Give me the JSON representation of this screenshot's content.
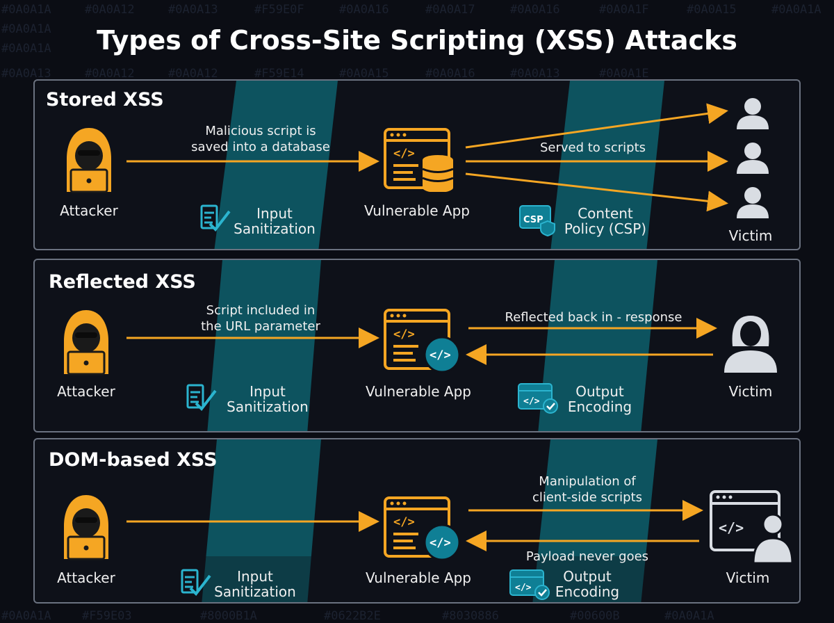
{
  "title": "Types of Cross-Site Scripting (XSS) Attacks",
  "background_codes": [
    "#0A0A1A",
    "#0A0A12",
    "#0A0A13",
    "#F59E0F",
    "#0A0A16",
    "#0A0A17",
    "#0A0A16",
    "#0A0A1F",
    "#0A0A15",
    "#0A0A1A",
    "#0A0A1A",
    "#0A0A1A",
    "#0A0A13",
    "#0A0A12",
    "#0A0A12",
    "#F59E14",
    "#0A0A15",
    "#0A0A16",
    "#0A0A13",
    "#0A0A1E",
    "#0A0A1A",
    "#0A0A1A",
    "#F59E03",
    "#8000B1A",
    "#0622B2E",
    "#8030886",
    "#00600B",
    "#0A0A1A"
  ],
  "colors": {
    "accent": "#f5a623",
    "band": "#0d5f6c",
    "panel_border": "#6b7280",
    "icon_gray": "#d9dde3",
    "badge": "#0f7f95"
  },
  "panels": [
    {
      "name": "Stored XSS",
      "attacker": "Attacker",
      "flow_label": [
        "Malicious script is",
        "saved into a database"
      ],
      "app": "Vulnerable App",
      "mitigation_1": [
        "Input",
        "Sanitization"
      ],
      "right_label": [
        "Served to scripts"
      ],
      "mitigation_2": [
        "Content",
        "Policy (CSP)"
      ],
      "mitigation_2_icon": "CSP",
      "victim": "Victim"
    },
    {
      "name": "Reflected XSS",
      "attacker": "Attacker",
      "flow_label": [
        "Script included in",
        "the URL parameter"
      ],
      "app": "Vulnerable App",
      "mitigation_1": [
        "Input",
        "Sanitization"
      ],
      "right_label": [
        "Reflected back in - response"
      ],
      "mitigation_2": [
        "Output",
        "Encoding"
      ],
      "victim": "Victim"
    },
    {
      "name": "DOM-based XSS",
      "attacker": "Attacker",
      "app": "Vulnerable App",
      "mitigation_1": [
        "Input",
        "Sanitization"
      ],
      "right_label": [
        "Manipulation of",
        "client-side scripts"
      ],
      "right_label_2": [
        "Payload never goes"
      ],
      "mitigation_2": [
        "Output",
        "Encoding"
      ],
      "victim": "Victim"
    }
  ]
}
